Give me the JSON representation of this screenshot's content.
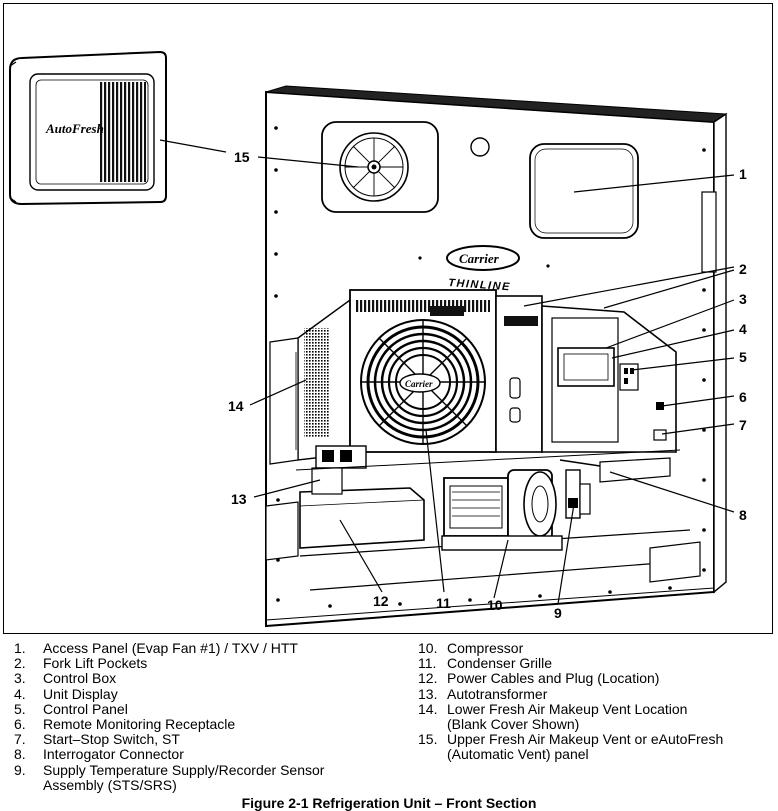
{
  "figure": {
    "caption": "Figure 2-1 Refrigeration Unit – Front Section",
    "brand_text": "Carrier",
    "model_text": "THINLINE",
    "vent_brand_text": "AutoFresh",
    "fan_brand_text": "Carrier"
  },
  "callouts": [
    "15",
    "1",
    "2",
    "3",
    "4",
    "5",
    "6",
    "7",
    "8",
    "9",
    "10",
    "11",
    "12",
    "13",
    "14"
  ],
  "legend": {
    "left": [
      {
        "num": "1.",
        "text": "Access Panel (Evap Fan #1) / TXV / HTT"
      },
      {
        "num": "2.",
        "text": "Fork Lift Pockets"
      },
      {
        "num": "3.",
        "text": "Control Box"
      },
      {
        "num": "4.",
        "text": "Unit Display"
      },
      {
        "num": "5.",
        "text": "Control Panel"
      },
      {
        "num": "6.",
        "text": "Remote Monitoring Receptacle"
      },
      {
        "num": "7.",
        "text": "Start–Stop Switch, ST"
      },
      {
        "num": "8.",
        "text": "Interrogator Connector"
      },
      {
        "num": "9.",
        "text": "Supply Temperature Supply/Recorder Sensor\nAssembly (STS/SRS)"
      }
    ],
    "right": [
      {
        "num": "10.",
        "text": "Compressor"
      },
      {
        "num": "11.",
        "text": "Condenser Grille"
      },
      {
        "num": "12.",
        "text": "Power Cables and Plug (Location)"
      },
      {
        "num": "13.",
        "text": "Autotransformer"
      },
      {
        "num": "14.",
        "text": "Lower Fresh Air Makeup Vent Location\n(Blank Cover Shown)"
      },
      {
        "num": "15.",
        "text": "Upper Fresh Air Makeup Vent or eAutoFresh\n(Automatic Vent) panel"
      }
    ]
  }
}
